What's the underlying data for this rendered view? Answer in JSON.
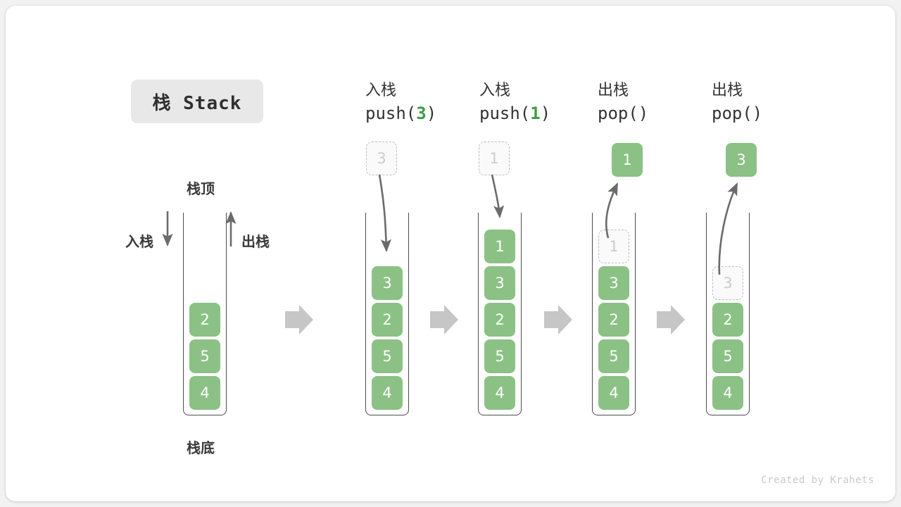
{
  "title_badge": {
    "label": "栈 Stack"
  },
  "legend": {
    "top_label": "栈顶",
    "bottom_label": "栈底",
    "push_label": "入栈",
    "pop_label": "出栈"
  },
  "colors": {
    "element_green": "#8bc185",
    "code_accent_green": "#3e9a46",
    "ghost_border": "#bdbdbd",
    "ghost_fill": "#fafafa",
    "wall_stroke": "#4d4d4d",
    "arrow_gray": "#6b6b6b",
    "separator_gray": "#c6c6c6",
    "badge_bg": "#e8e8e8",
    "card_bg": "#ffffff",
    "page_bg": "#f2f2f2"
  },
  "initial_stack": {
    "name": "initial",
    "cells": [
      "2",
      "5",
      "4"
    ]
  },
  "steps": [
    {
      "id": "push-3",
      "op_label": "入栈",
      "code_prefix": "push(",
      "code_value": "3",
      "code_suffix": ")",
      "floating": {
        "value": "3",
        "state": "ghost",
        "position": "above"
      },
      "arrow": "down-into-stack",
      "cells": [
        {
          "value": "3",
          "state": "solid"
        },
        {
          "value": "2",
          "state": "solid"
        },
        {
          "value": "5",
          "state": "solid"
        },
        {
          "value": "4",
          "state": "solid"
        }
      ]
    },
    {
      "id": "push-1",
      "op_label": "入栈",
      "code_prefix": "push(",
      "code_value": "1",
      "code_suffix": ")",
      "floating": {
        "value": "1",
        "state": "ghost",
        "position": "above"
      },
      "arrow": "down-into-stack",
      "cells": [
        {
          "value": "1",
          "state": "solid"
        },
        {
          "value": "3",
          "state": "solid"
        },
        {
          "value": "2",
          "state": "solid"
        },
        {
          "value": "5",
          "state": "solid"
        },
        {
          "value": "4",
          "state": "solid"
        }
      ]
    },
    {
      "id": "pop-1",
      "op_label": "出栈",
      "code_prefix": "pop(",
      "code_value": "",
      "code_suffix": ")",
      "floating": {
        "value": "1",
        "state": "solid",
        "position": "above"
      },
      "arrow": "up-out-of-stack",
      "cells": [
        {
          "value": "1",
          "state": "ghost"
        },
        {
          "value": "3",
          "state": "solid"
        },
        {
          "value": "2",
          "state": "solid"
        },
        {
          "value": "5",
          "state": "solid"
        },
        {
          "value": "4",
          "state": "solid"
        }
      ]
    },
    {
      "id": "pop-3",
      "op_label": "出栈",
      "code_prefix": "pop(",
      "code_value": "",
      "code_suffix": ")",
      "floating": {
        "value": "3",
        "state": "solid",
        "position": "above"
      },
      "arrow": "up-out-of-stack",
      "cells": [
        {
          "value": "3",
          "state": "ghost"
        },
        {
          "value": "2",
          "state": "solid"
        },
        {
          "value": "5",
          "state": "solid"
        },
        {
          "value": "4",
          "state": "solid"
        }
      ]
    }
  ],
  "separators": [
    {
      "id": "sep-1",
      "icon": "right-arrow-icon"
    },
    {
      "id": "sep-2",
      "icon": "right-arrow-icon"
    },
    {
      "id": "sep-3",
      "icon": "right-arrow-icon"
    },
    {
      "id": "sep-4",
      "icon": "right-arrow-icon"
    }
  ],
  "credit": {
    "text": "Created by Krahets"
  }
}
